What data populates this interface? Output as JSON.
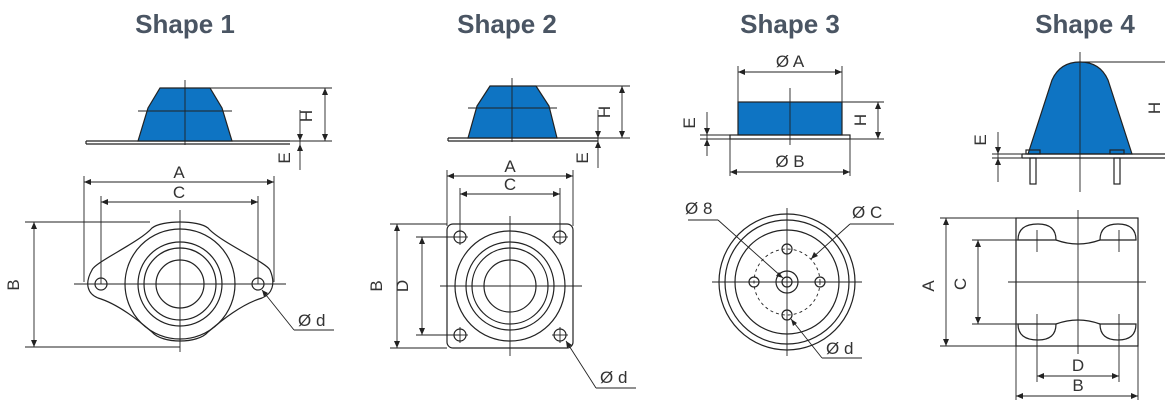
{
  "shapes": [
    {
      "title": "Shape 1",
      "labels": {
        "h": "H",
        "e": "E",
        "a": "A",
        "c": "C",
        "b": "B",
        "d": "Ø d"
      }
    },
    {
      "title": "Shape 2",
      "labels": {
        "h": "H",
        "e": "E",
        "a": "A",
        "c": "C",
        "b": "B",
        "dd": "D",
        "d": "Ø d"
      }
    },
    {
      "title": "Shape 3",
      "labels": {
        "a": "Ø A",
        "b": "Ø B",
        "e": "E",
        "h": "H",
        "eight": "Ø 8",
        "c": "Ø C",
        "d": "Ø d"
      }
    },
    {
      "title": "Shape 4",
      "labels": {
        "h": "H",
        "e": "E",
        "a": "A",
        "c": "C",
        "dd": "D",
        "b": "B"
      }
    }
  ],
  "colors": {
    "body": "#0e74c3",
    "title": "#4a5563",
    "line": "#222222"
  }
}
